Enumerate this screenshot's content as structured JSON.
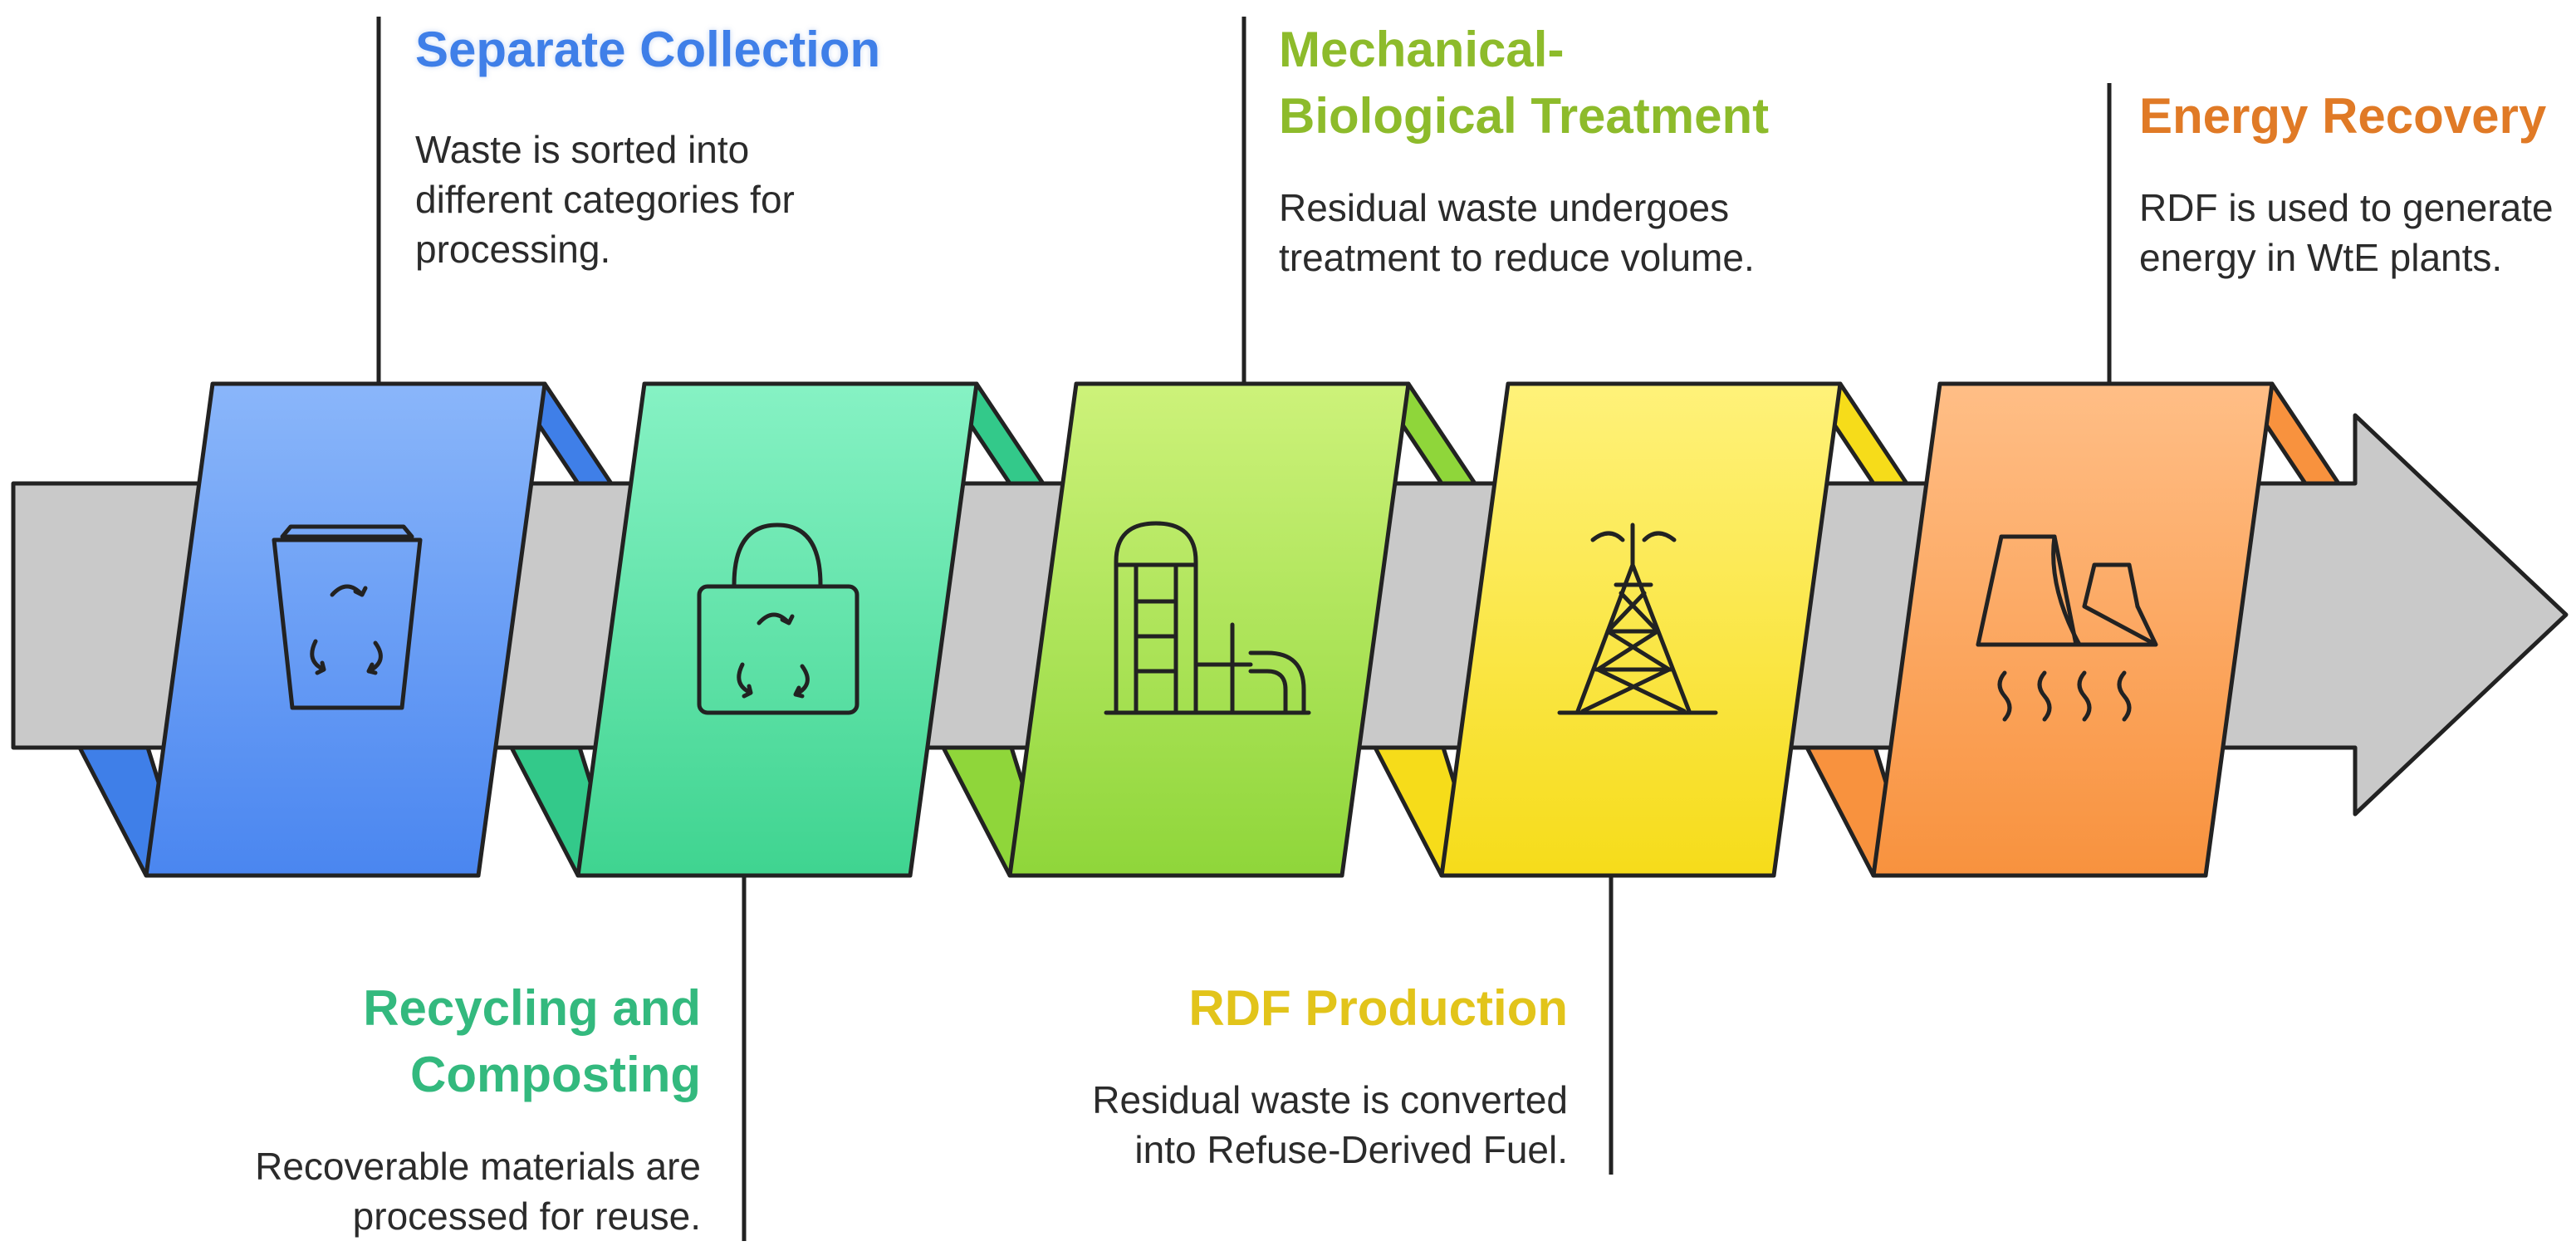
{
  "steps": [
    {
      "id": "separate-collection",
      "title_lines": [
        "Separate Collection"
      ],
      "desc_lines": [
        "Waste is sorted into",
        "different categories for",
        "processing."
      ],
      "color": "#3f7fe8",
      "icon": "recycle-bin-icon"
    },
    {
      "id": "recycling-composting",
      "title_lines": [
        "Recycling and",
        "Composting"
      ],
      "desc_lines": [
        "Recoverable materials are",
        "processed for reuse."
      ],
      "color": "#33b97e",
      "icon": "recycle-bag-icon"
    },
    {
      "id": "mbt",
      "title_lines": [
        "Mechanical-",
        "Biological Treatment"
      ],
      "desc_lines": [
        "Residual waste undergoes",
        "treatment to reduce volume."
      ],
      "color": "#8dbb2b",
      "icon": "silo-plant-icon"
    },
    {
      "id": "rdf-production",
      "title_lines": [
        "RDF Production"
      ],
      "desc_lines": [
        "Residual waste is converted",
        "into Refuse-Derived Fuel."
      ],
      "color": "#e2c41a",
      "icon": "transmission-tower-icon"
    },
    {
      "id": "energy-recovery",
      "title_lines": [
        "Energy Recovery"
      ],
      "desc_lines": [
        "RDF is used to generate",
        "energy in WtE plants."
      ],
      "color": "#e07a26",
      "icon": "power-plant-icon"
    }
  ],
  "palette": {
    "arrow": "#c8c8c8",
    "outline": "#222222",
    "blue": [
      "#8ab6fa",
      "#4a86f0"
    ],
    "green": [
      "#86f2c4",
      "#3fd490"
    ],
    "lime": [
      "#cdf27a",
      "#8fd63a"
    ],
    "yellow": [
      "#fff27a",
      "#f6dc1a"
    ],
    "orange": [
      "#ffbe86",
      "#f8923e"
    ]
  }
}
